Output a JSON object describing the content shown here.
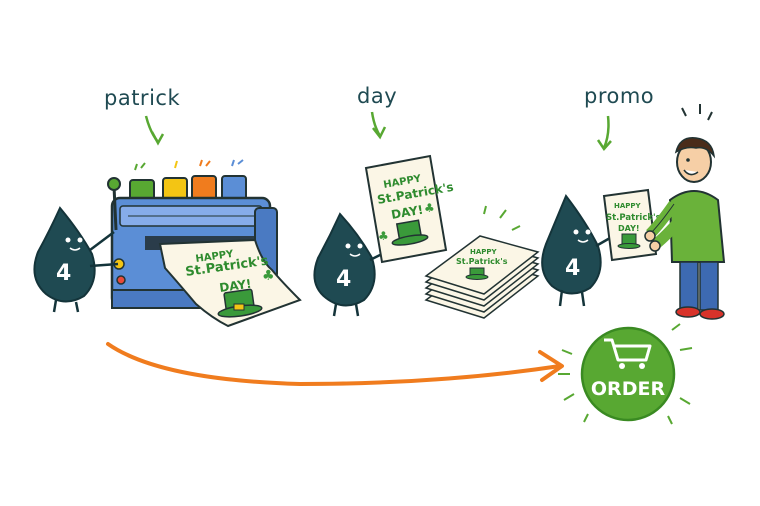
{
  "labels": {
    "step1": "patrick",
    "step2": "day",
    "step3": "promo"
  },
  "mascot_number": "4",
  "card": {
    "line1": "HAPPY",
    "line2": "St.Patrick's",
    "line3": "DAY!"
  },
  "order_button": {
    "label": "ORDER",
    "icon": "shopping-cart-icon"
  },
  "colors": {
    "mascot": "#1f4a52",
    "accent_green": "#58a832",
    "arrow_orange": "#f07c1e",
    "printer_blue": "#5b8ed6"
  }
}
